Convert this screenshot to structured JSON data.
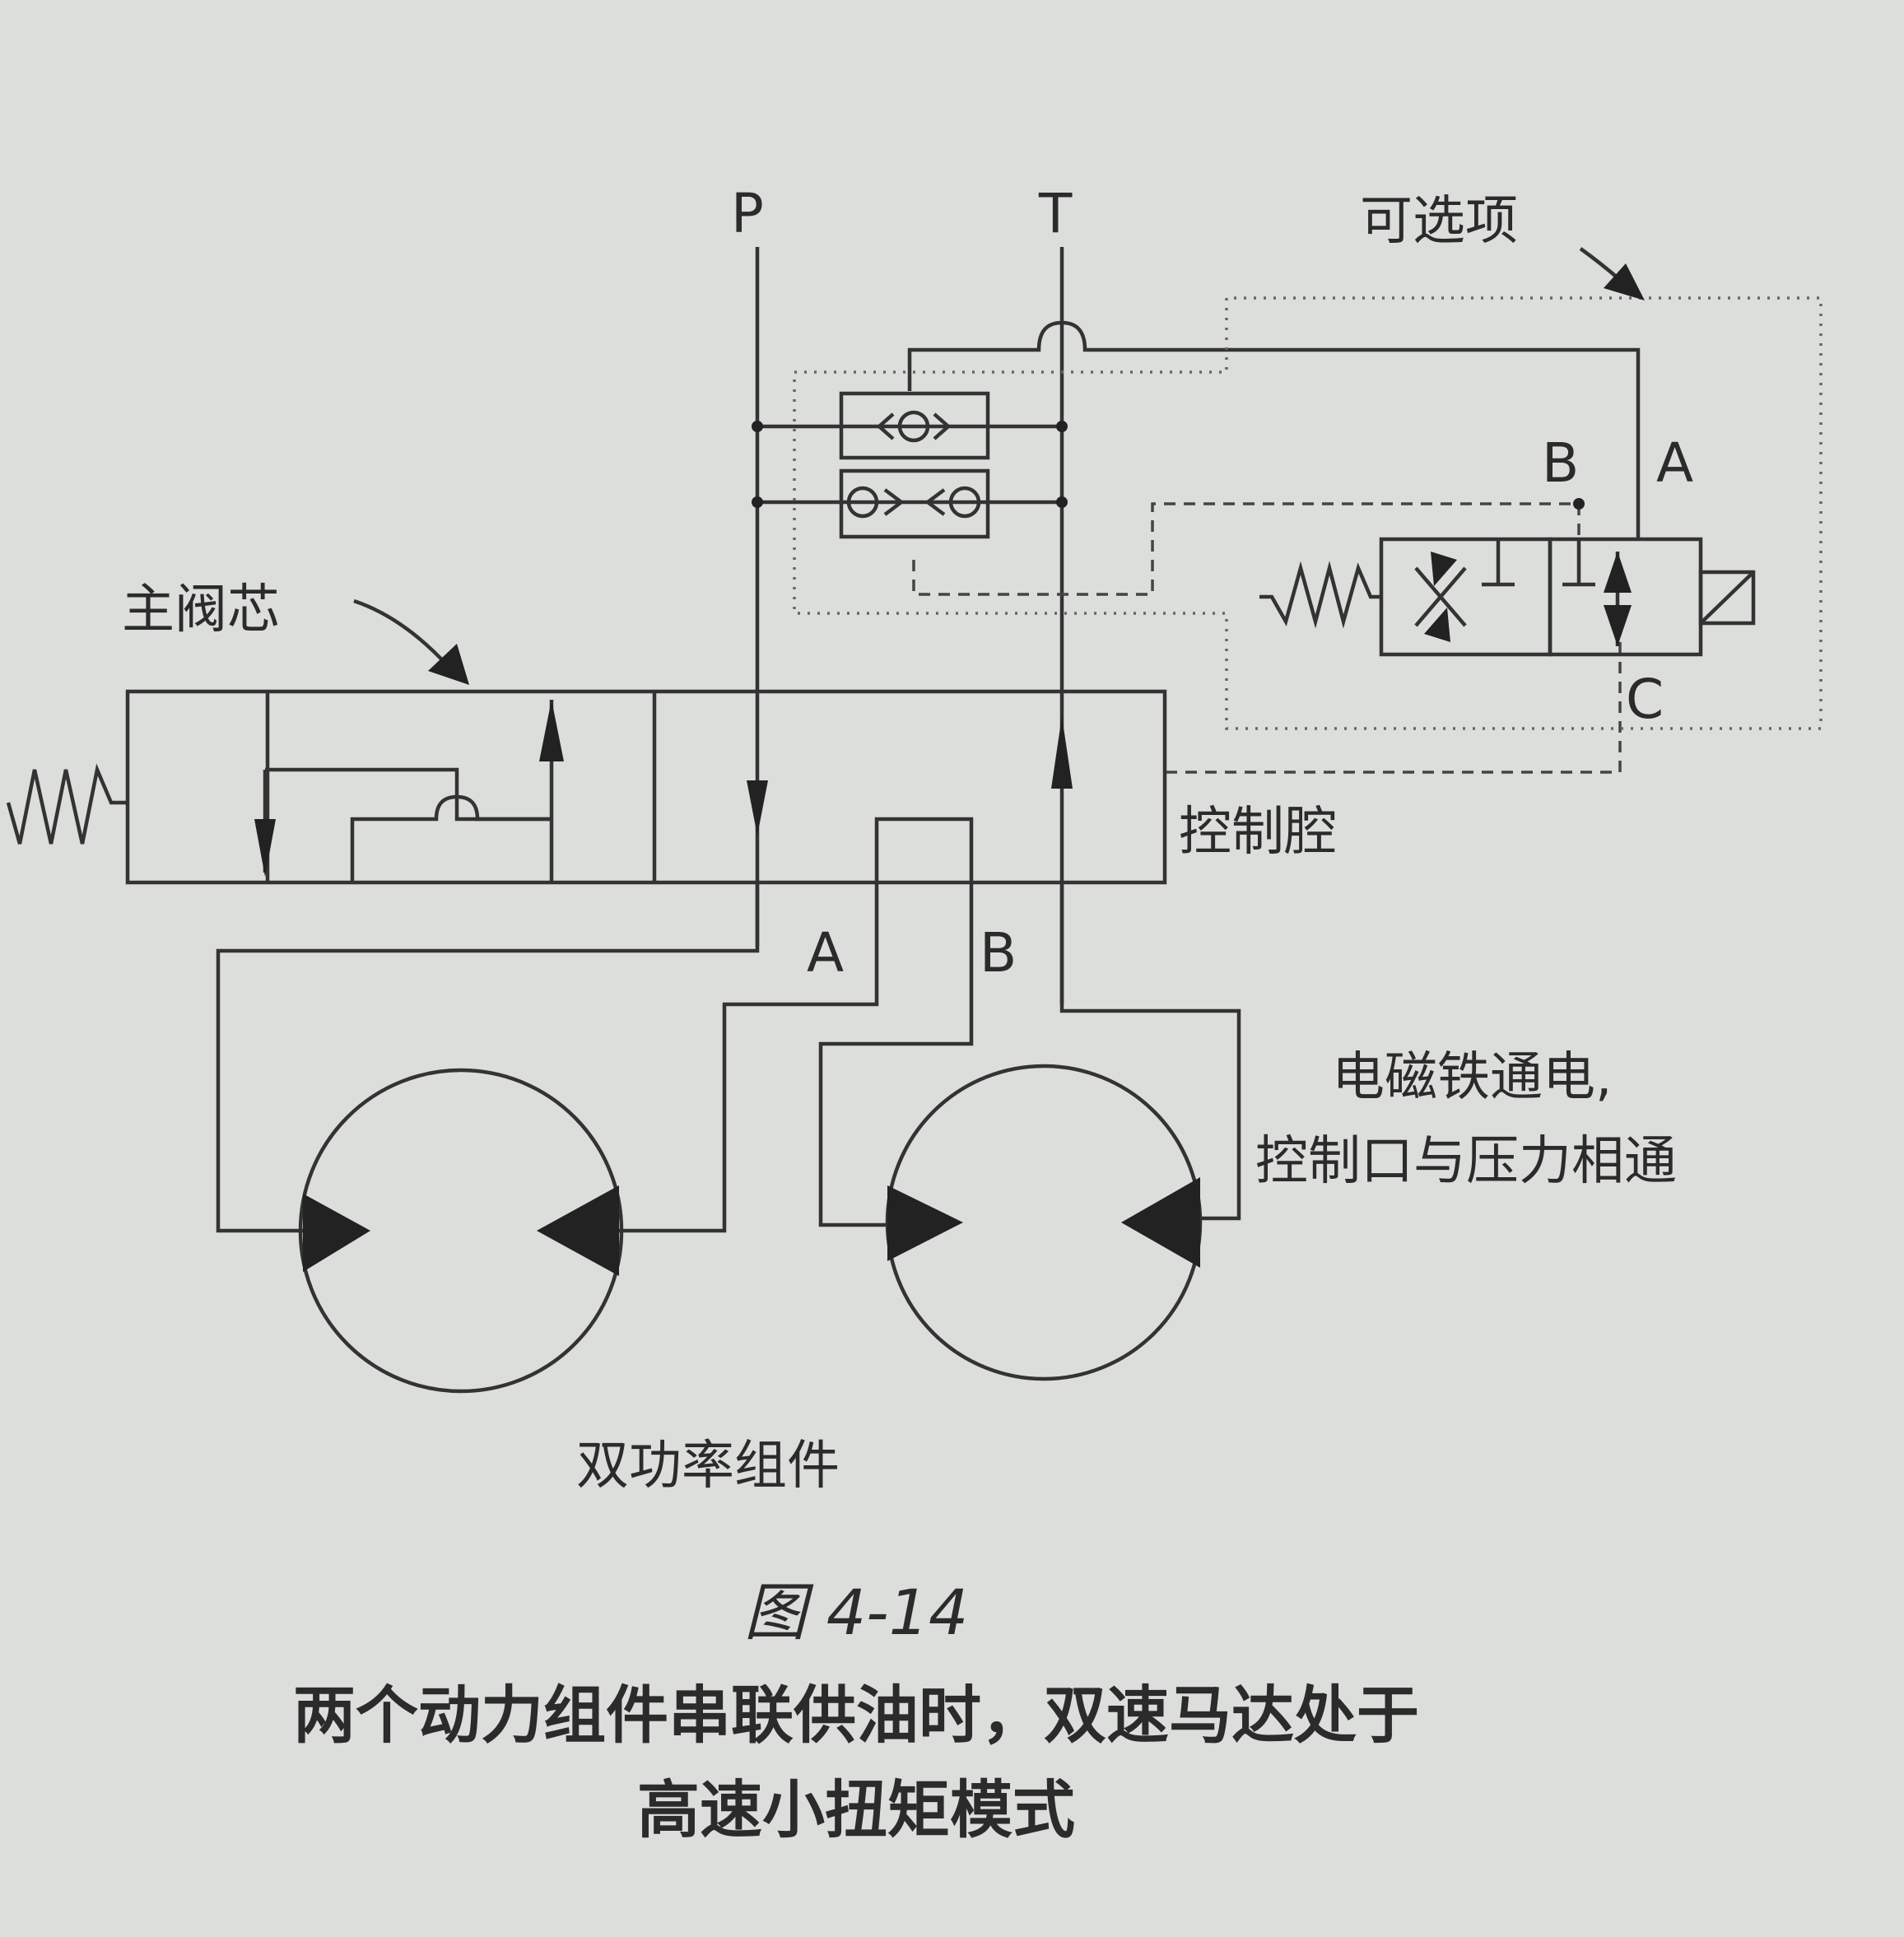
{
  "ports": {
    "P": "P",
    "T": "T",
    "sol_B": "B",
    "sol_A": "A",
    "sol_C": "C",
    "motor_A": "A",
    "motor_B": "B"
  },
  "labels": {
    "optional": "可选项",
    "main_spool": "主阀芯",
    "control_chamber": "控制腔",
    "solenoid_line1": "电磁铁通电,",
    "solenoid_line2": "控制口与压力相通",
    "dual_power": "双功率组件"
  },
  "caption": {
    "figure_number": "图 4-14",
    "line1": "两个动力组件串联供油时，双速马达处于",
    "line2": "高速小扭矩模式"
  }
}
